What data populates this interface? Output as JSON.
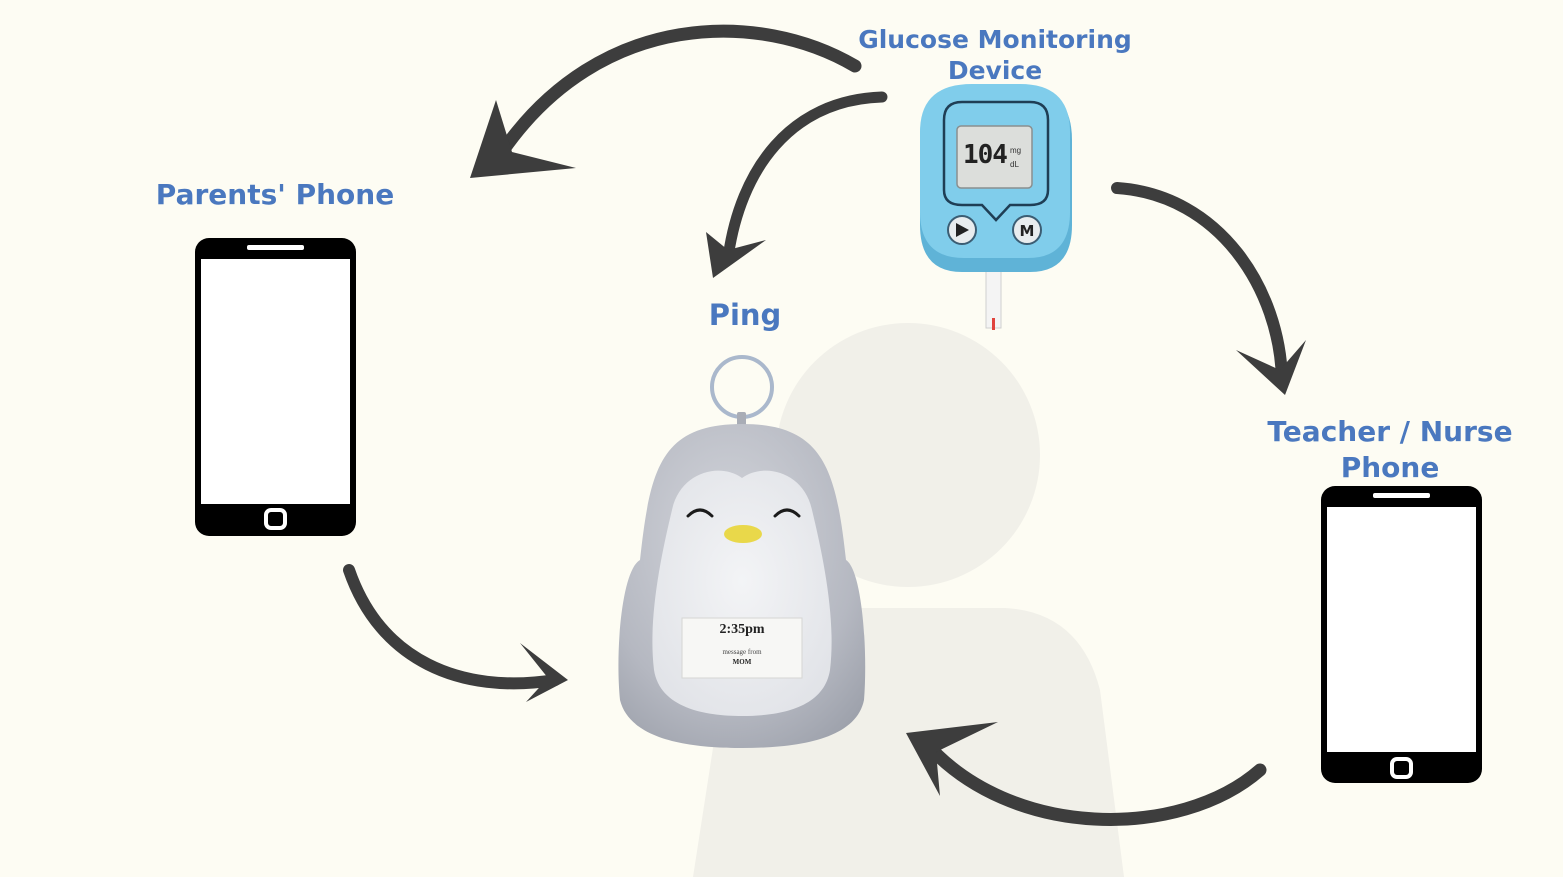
{
  "labels": {
    "glucose_line1": "Glucose Monitoring",
    "glucose_line2": "Device",
    "parents": "Parents' Phone",
    "ping": "Ping",
    "teacher_line1": "Teacher / Nurse",
    "teacher_line2": "Phone"
  },
  "meter": {
    "reading": "104",
    "unit_top": "mg",
    "unit_bottom": "dL"
  },
  "ping_screen": {
    "time": "2:35pm",
    "caption": "message from",
    "sender": "MOM"
  },
  "colors": {
    "background": "#fdfcf3",
    "label": "#4a78bf",
    "arrow": "#3d3d3d",
    "silhouette": "#f1f0e9",
    "meter_body": "#7ecbea",
    "phone": "#000000",
    "penguin": "#b9bcc4"
  },
  "icons": [
    "glucose-meter-icon",
    "smartphone-icon",
    "penguin-device-icon",
    "person-silhouette-icon",
    "arrow-icon"
  ]
}
